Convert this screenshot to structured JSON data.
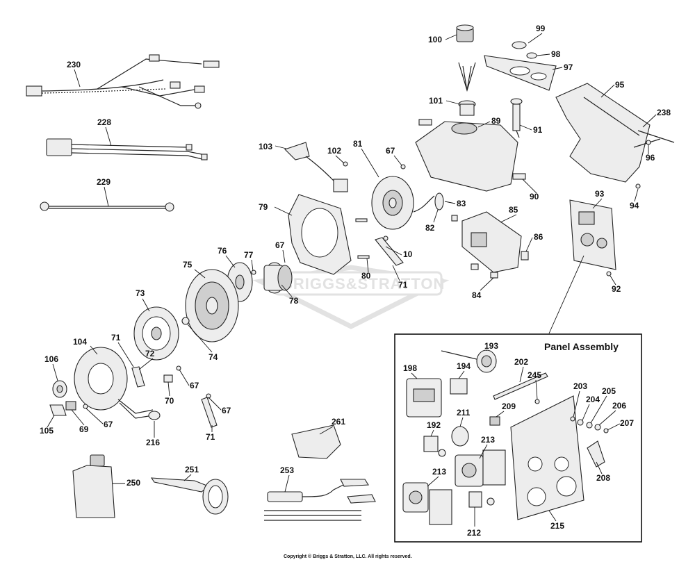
{
  "panel": {
    "title": "Panel Assembly"
  },
  "watermark": {
    "text": "BRIGGS&STRATTON"
  },
  "copyright": "Copyright © Briggs & Stratton, LLC. All rights reserved.",
  "callouts": {
    "p230": "230",
    "p228": "228",
    "p229": "229",
    "p100": "100",
    "p99": "99",
    "p98": "98",
    "p97": "97",
    "p95": "95",
    "p238": "238",
    "p101": "101",
    "p89": "89",
    "p91": "91",
    "p96": "96",
    "p94": "94",
    "p103": "103",
    "p102": "102",
    "p81": "81",
    "p67a": "67",
    "p90": "90",
    "p93": "93",
    "p79": "79",
    "p83": "83",
    "p82": "82",
    "p85": "85",
    "p86": "86",
    "p76": "76",
    "p77": "77",
    "p67b": "67",
    "p10": "10",
    "p80": "80",
    "p71a": "71",
    "p84": "84",
    "p92": "92",
    "p75": "75",
    "p78": "78",
    "p73": "73",
    "p74": "74",
    "p104": "104",
    "p71b": "71",
    "p72": "72",
    "p106": "106",
    "p67c": "67",
    "p70": "70",
    "p67d": "67",
    "p67e": "67",
    "p105": "105",
    "p69": "69",
    "p216": "216",
    "p71c": "71",
    "p261": "261",
    "p250": "250",
    "p251": "251",
    "p253": "253",
    "p193": "193",
    "p198": "198",
    "p194": "194",
    "p202": "202",
    "p245": "245",
    "p203": "203",
    "p204": "204",
    "p205": "205",
    "p206": "206",
    "p207": "207",
    "p209": "209",
    "p211": "211",
    "p192": "192",
    "p213a": "213",
    "p213b": "213",
    "p208": "208",
    "p215": "215",
    "p212": "212"
  }
}
